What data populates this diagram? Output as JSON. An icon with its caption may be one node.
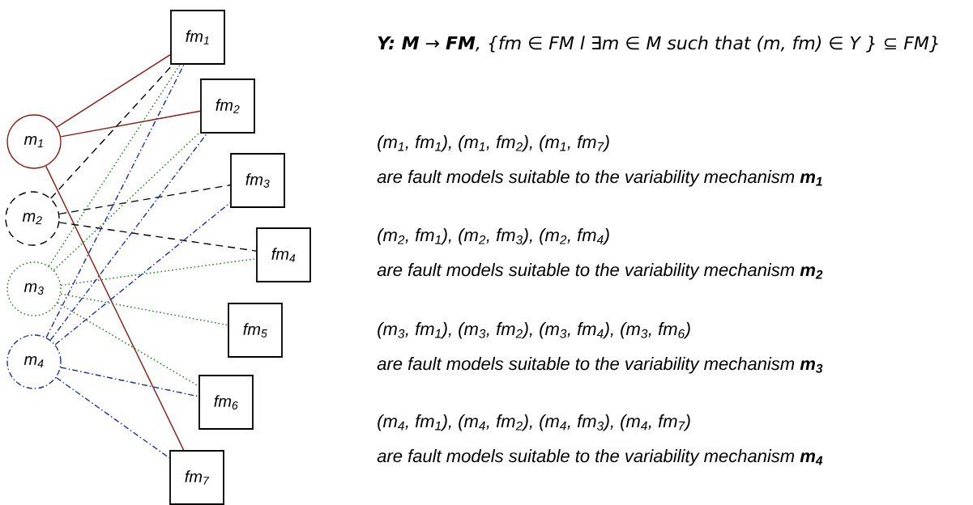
{
  "diagram": {
    "nodes": [
      {
        "text": [
          "m$_{1}$"
        ]
      },
      {
        "text": [
          "m$_{2}$"
        ]
      },
      {
        "text": [
          "m$_{3}$"
        ]
      },
      {
        "text": [
          "m$_{4}$"
        ]
      },
      {
        "text": [
          "fm$_{1}$"
        ]
      },
      {
        "text": [
          "fm$_{2}$"
        ]
      },
      {
        "text": [
          "fm$_{3}$"
        ]
      },
      {
        "text": [
          "fm$_{4}$"
        ]
      },
      {
        "text": [
          "fm$_{5}$"
        ]
      },
      {
        "text": [
          "fm$_{6}$"
        ]
      },
      {
        "text": [
          "fm$_{7}$"
        ]
      }
    ],
    "edges": [
      {
        "from": 0,
        "to": 4,
        "arrow": "none",
        "color": "#8b1a10"
      },
      {
        "from": 0,
        "to": 5,
        "arrow": "none",
        "color": "#8b1a10"
      },
      {
        "from": 0,
        "to": 10,
        "arrow": "none",
        "color": "#8b1a10"
      },
      {
        "from": 1,
        "to": 4,
        "arrow": "none",
        "style": "dashed",
        "color": "#000000"
      },
      {
        "from": 1,
        "to": 6,
        "arrow": "none",
        "style": "dashed",
        "color": "#000000"
      },
      {
        "from": 1,
        "to": 7,
        "arrow": "none",
        "style": "dashed",
        "color": "#000000"
      },
      {
        "from": 2,
        "to": 4,
        "arrow": "none",
        "style": "dashed",
        "color": "#1a7d1a"
      },
      {
        "from": 2,
        "to": 5,
        "arrow": "none",
        "style": "dashed",
        "color": "#1a7d1a"
      },
      {
        "from": 2,
        "to": 7,
        "arrow": "none",
        "style": "dashed",
        "color": "#1a7d1a"
      },
      {
        "from": 2,
        "to": 8,
        "arrow": "none",
        "style": "dashed",
        "color": "#1a7d1a"
      },
      {
        "from": 2,
        "to": 9,
        "arrow": "none",
        "style": "dashed",
        "color": "#1a7d1a"
      },
      {
        "from": 3,
        "to": 4,
        "arrow": "none",
        "style": "dashed",
        "color": "#1a30b0"
      },
      {
        "from": 3,
        "to": 5,
        "arrow": "none",
        "style": "dashed",
        "color": "#1a30b0"
      },
      {
        "from": 3,
        "to": 6,
        "arrow": "none",
        "style": "dashed",
        "color": "#1a30b0"
      },
      {
        "from": 3,
        "to": 9,
        "arrow": "none",
        "style": "dashed",
        "color": "#1a30b0"
      },
      {
        "from": 3,
        "to": 10,
        "arrow": "none",
        "style": "dashed",
        "color": "#1a30b0"
      }
    ],
    "labels": [
      "**Y:  M** → **FM**, {fm ∈ FM  l ∃m ∈ M such that (m, fm) ∈ Y } ⊆ FM}",
      "(m$_{1}$, fm$_{1}$), (m$_{1}$, fm$_{2}$), (m$_{1}$, fm$_{7}$)",
      "are fault models suitable to the variability mechanism **m$_{1}$**",
      "(m$_{2}$, fm$_{1}$), (m$_{2}$, fm$_{3}$), (m$_{2}$, fm$_{4}$)",
      "are fault models suitable to the variability mechanism **m$_{2}$**",
      "(m$_{3}$, fm$_{1}$), (m$_{3}$, fm$_{2}$), (m$_{3}$, fm$_{4}$), (m$_{3}$, fm$_{6}$)",
      "are fault models suitable to the variability mechanism **m$_{3}$**",
      "(m$_{4}$, fm$_{1}$), (m$_{4}$, fm$_{2}$), (m$_{4}$, fm$_{3}$), (m$_{4}$, fm$_{7}$)",
      "are fault models suitable to the variability mechanism **m$_{4}$**"
    ]
  }
}
